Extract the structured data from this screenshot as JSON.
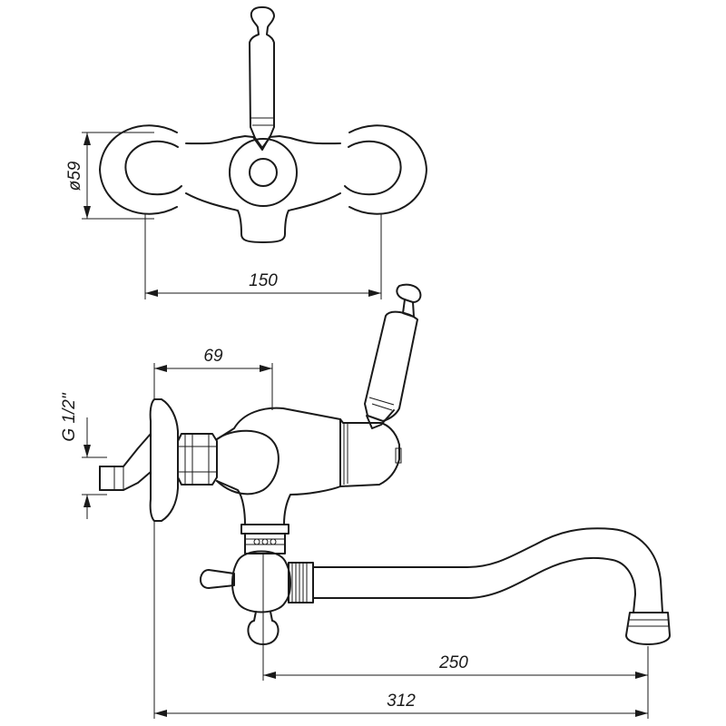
{
  "drawing": {
    "dimensions": {
      "diameter": "ø59",
      "width_top": "150",
      "depth_body": "69",
      "thread": "G 1/2\"",
      "spout_reach": "250",
      "overall_length": "312"
    },
    "colors": {
      "line": "#1a1a1a",
      "background": "#ffffff"
    }
  }
}
